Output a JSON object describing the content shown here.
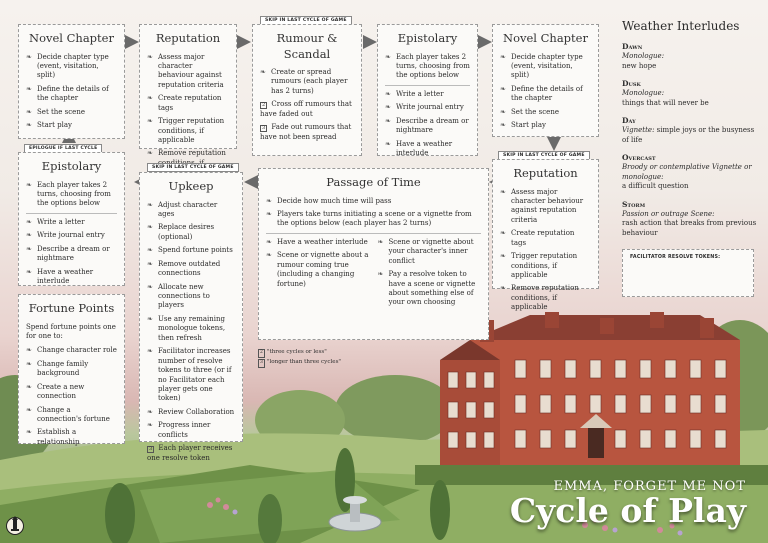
{
  "cards": {
    "novel1": {
      "title": "Novel Chapter",
      "items": [
        "Decide chapter type (event, visitation, split)",
        "Define the details of the chapter",
        "Set the scene",
        "Start play"
      ]
    },
    "reputation1": {
      "title": "Reputation",
      "items": [
        "Assess major character behaviour against reputation criteria",
        "Create reputation tags",
        "Trigger reputation conditions, if applicable",
        "Remove reputation conditions, if applicable"
      ]
    },
    "rumour": {
      "title": "Rumour & Scandal",
      "tag": "SKIP IN LAST CYCLE OF GAME",
      "item1": "Create or spread rumours (each player has 2 turns)",
      "item2": "Cross off rumours that have faded out",
      "item2_num": "2",
      "item3": "Fade out rumours that have not been spread",
      "item3_num": "3"
    },
    "epistolary1": {
      "title": "Epistolary",
      "intro": "Each player takes 2 turns, choosing from the options below",
      "items": [
        "Write a letter",
        "Write journal entry",
        "Describe a dream or nightmare",
        "Have a weather interlude"
      ]
    },
    "novel2": {
      "title": "Novel Chapter",
      "items": [
        "Decide chapter type (event, visitation, split)",
        "Define the details of the chapter",
        "Set the scene",
        "Start play"
      ]
    },
    "epistolary2": {
      "title": "Epistolary",
      "tag": "EPILOGUE IF LAST CYCLE",
      "intro": "Each player takes 2 turns, choosing from the options below",
      "items": [
        "Write a letter",
        "Write journal entry",
        "Describe a dream or nightmare",
        "Have a weather interlude"
      ]
    },
    "upkeep": {
      "title": "Upkeep",
      "tag": "SKIP IN LAST CYCLE OF GAME",
      "items": [
        "Adjust character ages",
        "Replace desires (optional)",
        "Spend fortune points",
        "Remove outdated connections",
        "Allocate new connections to players",
        "Use any remaining monologue tokens, then refresh",
        "Facilitator increases number of resolve tokens to three (or if no Facilitator each player gets one token)",
        "Review Collaboration",
        "Progress inner conflicts"
      ],
      "last": "Each player receives one resolve token",
      "last_num": "3"
    },
    "passage": {
      "title": "Passage of Time",
      "items": [
        "Decide how much time will pass",
        "Players take turns initiating a scene or a vignette from the options below (each player has 2 turns)"
      ],
      "left": [
        "Have a weather interlude",
        "Scene or vignette about a rumour coming true (including a changing fortune)"
      ],
      "right": [
        "Scene or vignette about your character's inner conflict",
        "Pay a resolve token to have a scene or vignette about something else of your own choosing"
      ]
    },
    "reputation2": {
      "title": "Reputation",
      "tag": "SKIP IN LAST CYCLE OF GAME",
      "items": [
        "Assess major character behaviour against reputation criteria",
        "Create reputation tags",
        "Trigger reputation conditions, if applicable",
        "Remove reputation conditions, if applicable"
      ]
    },
    "fortune": {
      "title": "Fortune Points",
      "intro": "Spend fortune points one for one to:",
      "items": [
        "Change character role",
        "Change family background",
        "Create a new connection",
        "Change a connection's fortune",
        "Establish a relationship"
      ]
    }
  },
  "legend": {
    "n2": "2",
    "t2": "\"three cycles or less\"",
    "n3": "3",
    "t3": "\"longer than three cycles\""
  },
  "weather": {
    "title": "Weather Interludes",
    "entries": [
      {
        "name": "Dawn",
        "kind": "Monologue:",
        "text": "new hope"
      },
      {
        "name": "Dusk",
        "kind": "Monologue:",
        "text": "things that will never be"
      },
      {
        "name": "Day",
        "kind": "Vignette:",
        "text": "simple joys or the busyness of life"
      },
      {
        "name": "Overcast",
        "kind": "Broody or contemplative Vignette or monologue:",
        "text": "a difficult question"
      },
      {
        "name": "Storm",
        "kind": "Passion or outrage Scene:",
        "text": "rash action that breaks from previous behaviour"
      }
    ],
    "resolve_label": "FACILITATOR RESOLVE TOKENS:"
  },
  "title": {
    "subtitle": "EMMA, FORGET ME NOT",
    "main": "Cycle of Play"
  },
  "colors": {
    "sky_top": "#f6f2ee",
    "sky_pink": "#e9d3cf",
    "brick": "#b8553f",
    "grass": "#7d9d5a"
  }
}
